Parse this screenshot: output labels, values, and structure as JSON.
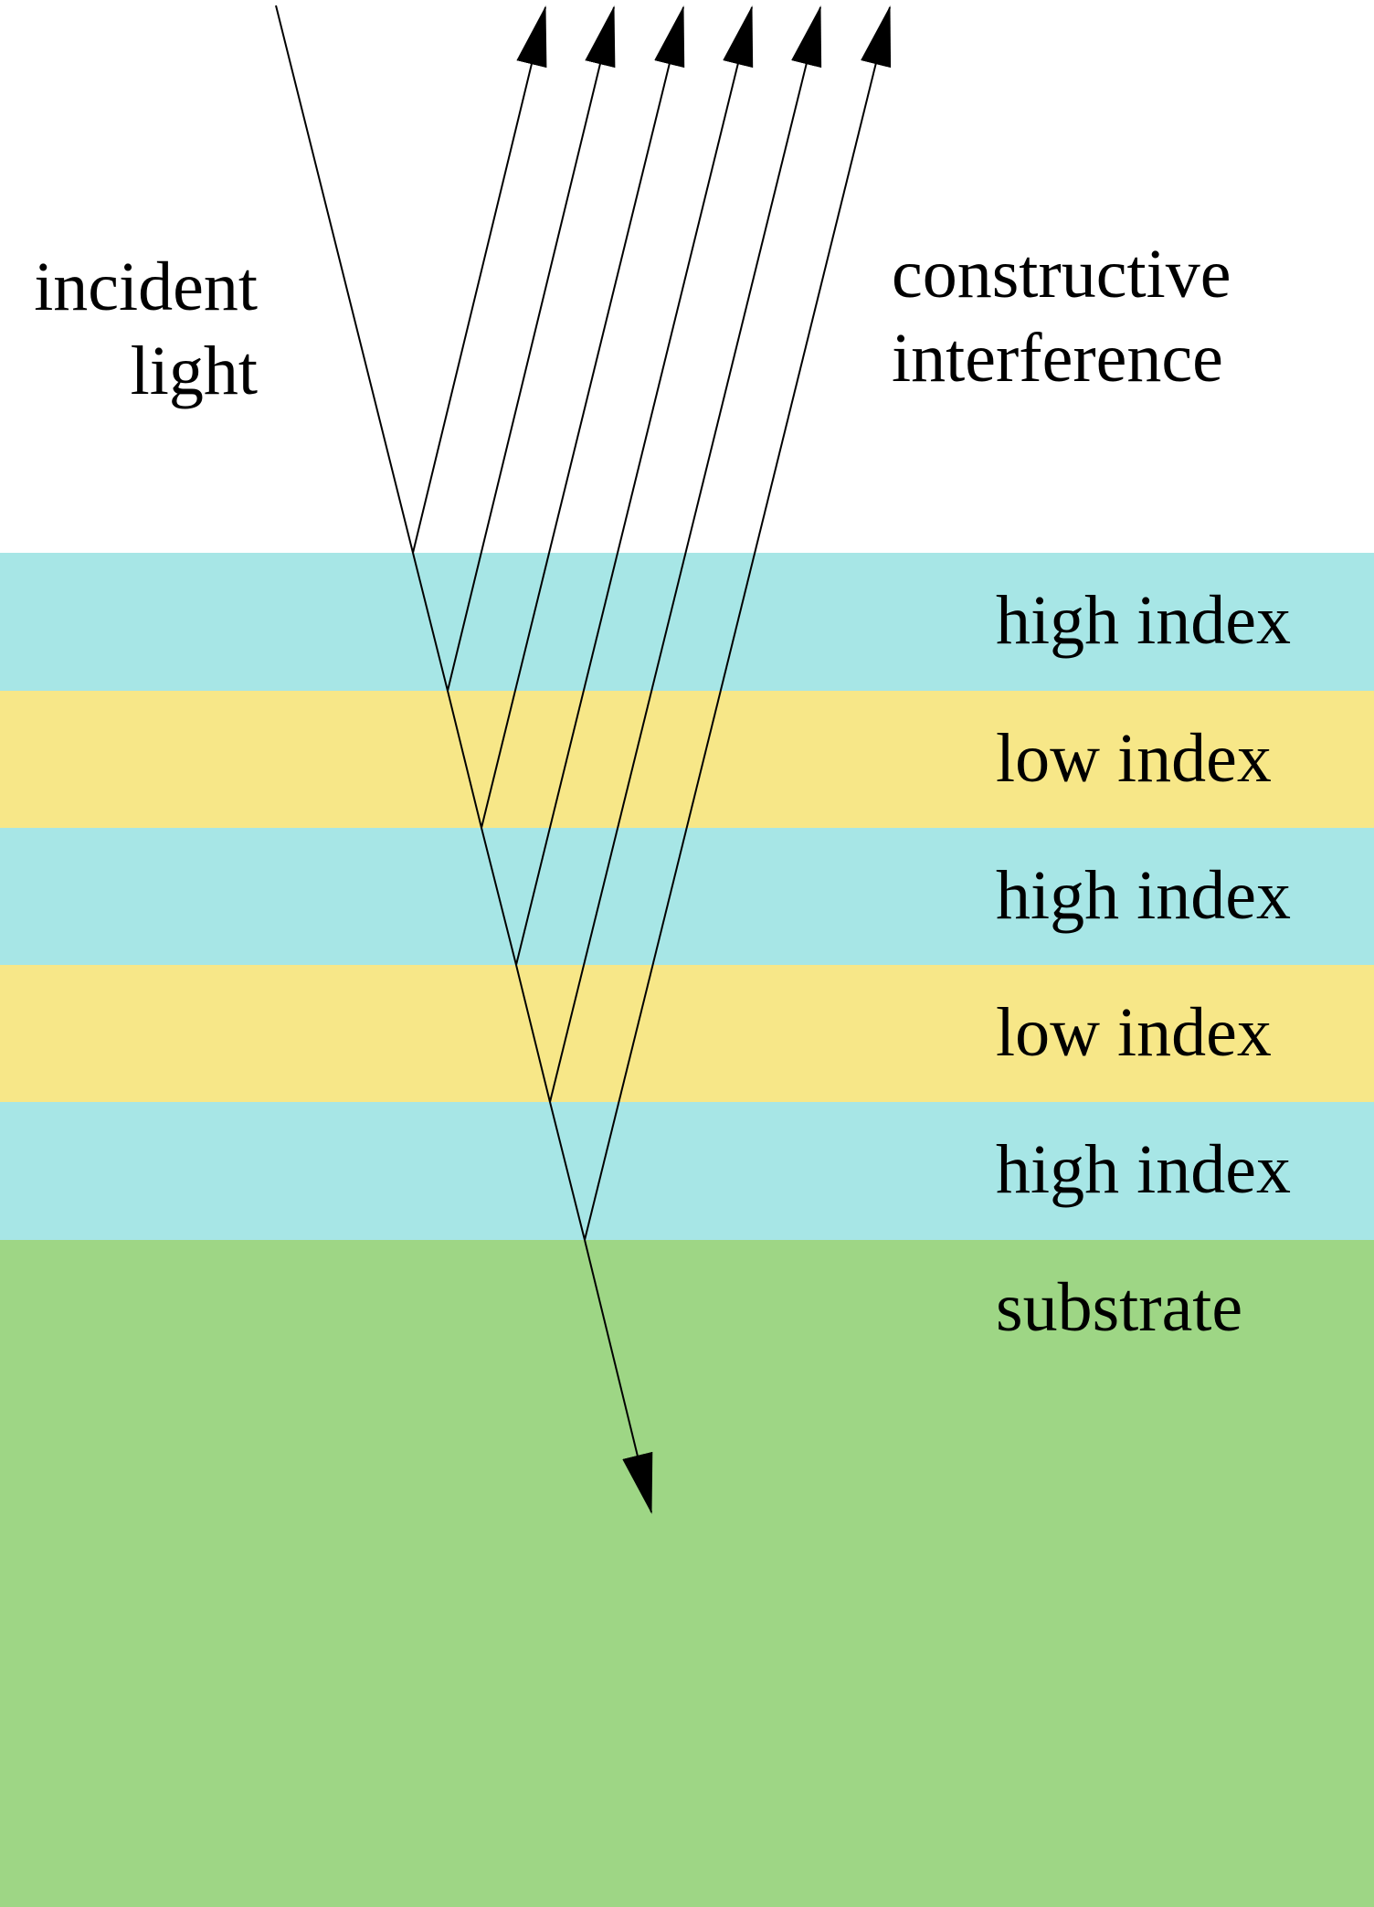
{
  "labels": {
    "incident_line1": "incident",
    "incident_line2": "light",
    "reflected_line1": "constructive",
    "reflected_line2": "interference"
  },
  "layers": [
    {
      "label": "high index",
      "color": "#a7e6e6"
    },
    {
      "label": "low index",
      "color": "#f7e788"
    },
    {
      "label": "high index",
      "color": "#a7e6e6"
    },
    {
      "label": "low index",
      "color": "#f7e788"
    },
    {
      "label": "high index",
      "color": "#a7e6e6"
    }
  ],
  "substrate": {
    "label": "substrate",
    "color": "#9ed685"
  },
  "colors": {
    "ray": "#000000",
    "background": "#ffffff"
  }
}
